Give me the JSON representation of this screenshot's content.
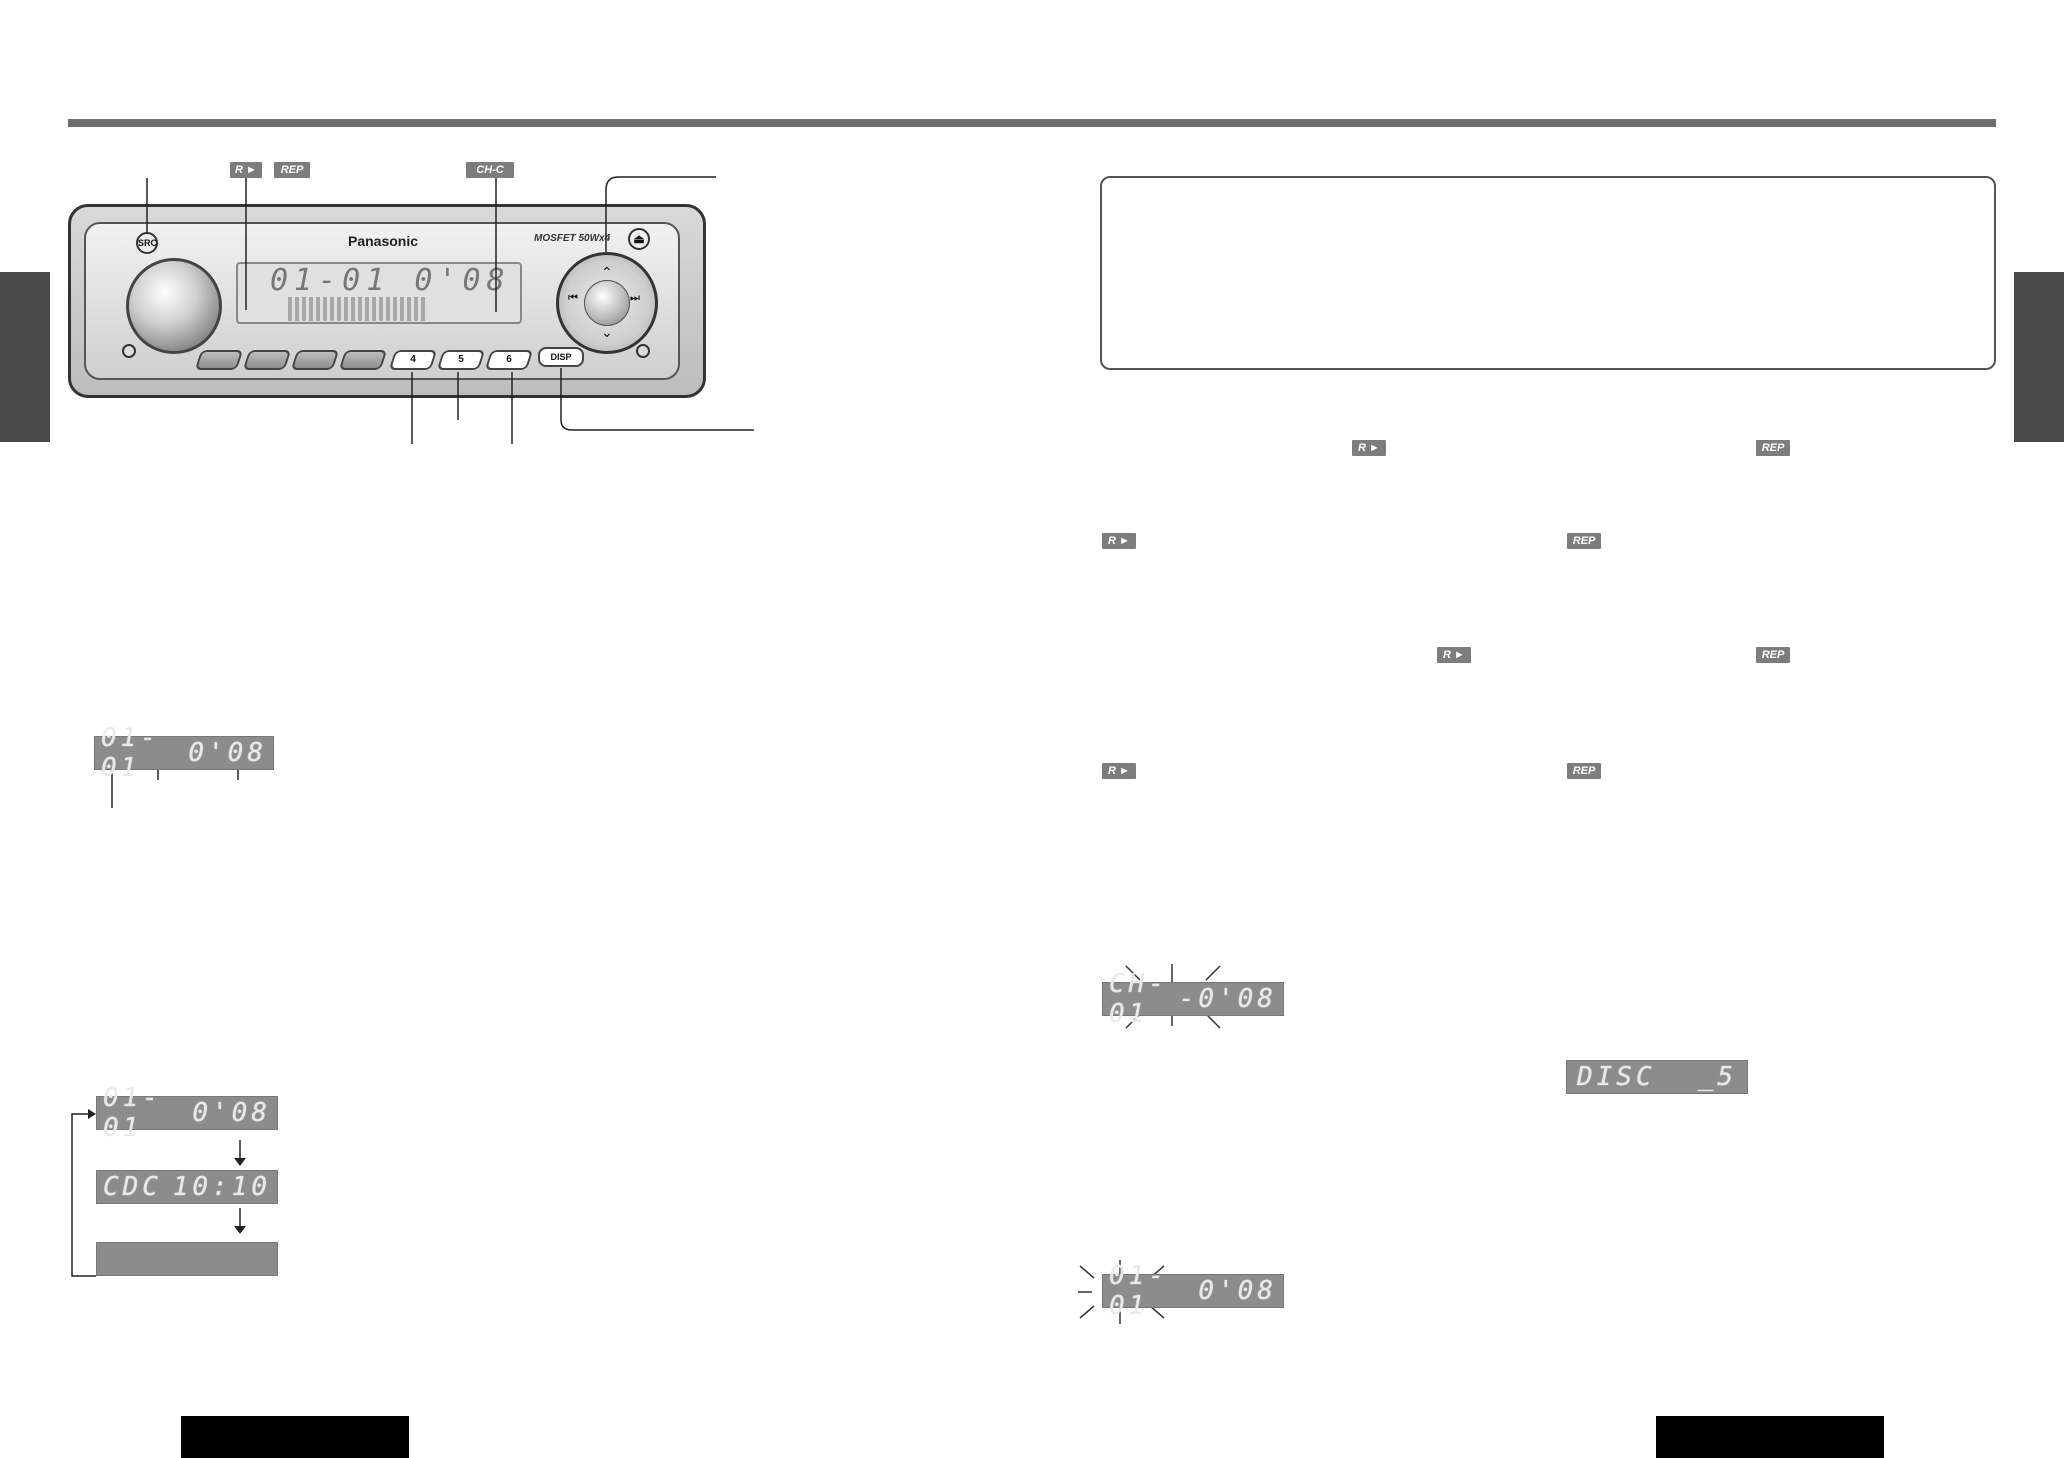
{
  "device": {
    "brand": "Panasonic",
    "power_label": "MOSFET 50Wx4",
    "src_label": "SRC",
    "disp_label": "DISP",
    "presets": [
      "4",
      "5",
      "6"
    ],
    "lcd_text": "01-01  0'08"
  },
  "callout_badges": {
    "random": "R ►",
    "repeat": "REP",
    "changer": "CH-C"
  },
  "displays": {
    "track_time": {
      "left": "01-01",
      "right": "0'08"
    },
    "seq_1": {
      "left": "01-01",
      "right": "0'08"
    },
    "seq_2": {
      "left": "CDC",
      "right": "10:10"
    },
    "seq_3": {
      "left": "",
      "right": ""
    },
    "blink_disc": {
      "left": "CH-01",
      "right": "-0'08"
    },
    "disc_select": {
      "left": "DISC",
      "right": "_5"
    },
    "blink_track": {
      "left": "01-01",
      "right": "0'08"
    }
  },
  "badge_rows": [
    {
      "random": "R ►",
      "repeat": "REP"
    },
    {
      "random": "R ►",
      "repeat": "REP"
    },
    {
      "random": "R ►",
      "repeat": "REP"
    },
    {
      "random": "R ►",
      "repeat": "REP"
    }
  ],
  "colors": {
    "rule": "#6e6e6e",
    "lcd": "#8c8c8c",
    "tab": "#4a4a4a"
  }
}
